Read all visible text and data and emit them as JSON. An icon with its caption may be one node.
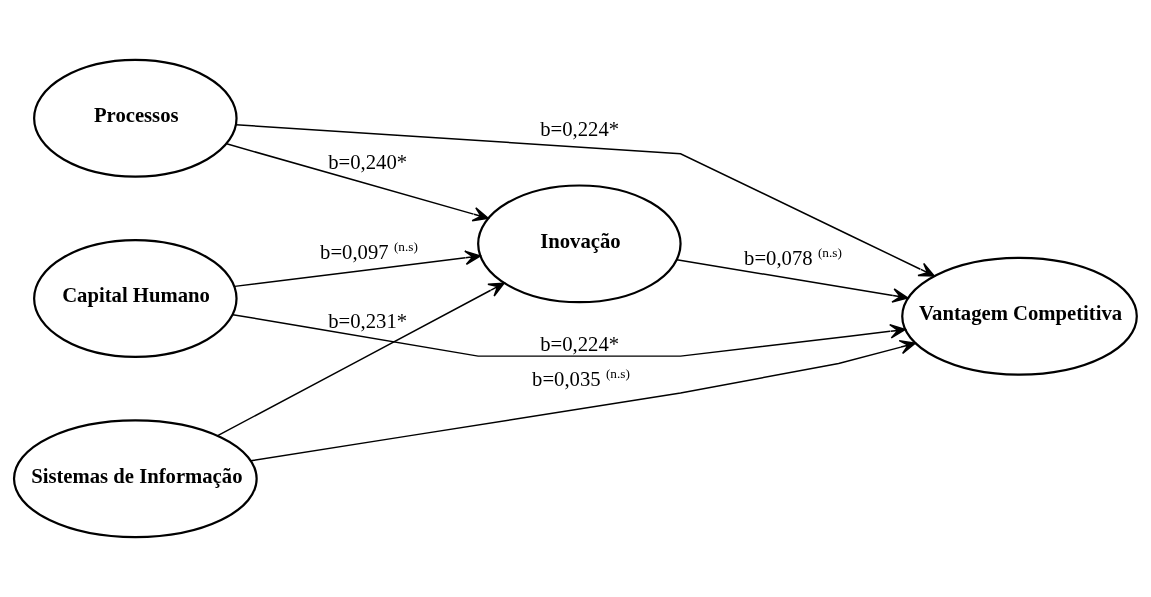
{
  "diagram": {
    "nodes": [
      {
        "text": [
          "Processos"
        ]
      },
      {
        "text": [
          "Capital Humano"
        ]
      },
      {
        "text": [
          "Inovação"
        ]
      },
      {
        "text": [
          "Vantagem Competitiva"
        ]
      },
      {
        "text": [
          "Sistemas de Informação"
        ]
      }
    ],
    "edges": [
      {
        "from": 0,
        "to": 3,
        "arrow": "to",
        "label": "b=0,224*"
      },
      {
        "from": 0,
        "to": 2,
        "arrow": "to",
        "label": "b=0,240*"
      },
      {
        "from": 1,
        "to": 2,
        "arrow": "to",
        "label": "b=0,097 $^{(n.s)}$"
      },
      {
        "from": 2,
        "to": 3,
        "arrow": "to",
        "label": "b=0,078 $^{(n.s)}$"
      },
      {
        "from": 1,
        "to": 3,
        "arrow": "to",
        "label": "b=0,224*"
      },
      {
        "from": 4,
        "to": 2,
        "arrow": "to",
        "label": "b=0,231*"
      },
      {
        "from": 4,
        "to": 3,
        "arrow": "to",
        "label": "b=0,035 $^{(n.s)}$"
      }
    ]
  }
}
